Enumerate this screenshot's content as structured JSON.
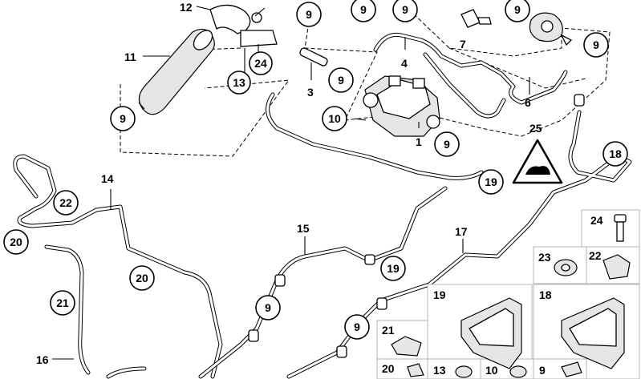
{
  "callouts": {
    "c9a": "9",
    "c9b": "9",
    "c9c": "9",
    "c9d": "9",
    "c9e": "9",
    "c9f": "9",
    "c9g": "9",
    "c9h": "9",
    "c9i": "9",
    "c10": "10",
    "c18": "18",
    "c19a": "19",
    "c19b": "19",
    "c20a": "20",
    "c20b": "20",
    "c21": "21",
    "c22": "22",
    "c24": "24",
    "c13": "13"
  },
  "labels": {
    "l12": "12",
    "l11": "11",
    "l7": "7",
    "l4": "4",
    "l3": "3",
    "l6": "6",
    "l1": "1",
    "l25": "25",
    "l14": "14",
    "l15": "15",
    "l17": "17",
    "l16": "16"
  },
  "inset": {
    "i24": "24",
    "i23": "23",
    "i22": "22",
    "i19": "19",
    "i18": "18",
    "i21": "21",
    "i20": "20",
    "i13": "13",
    "i10": "10",
    "i9": "9"
  }
}
